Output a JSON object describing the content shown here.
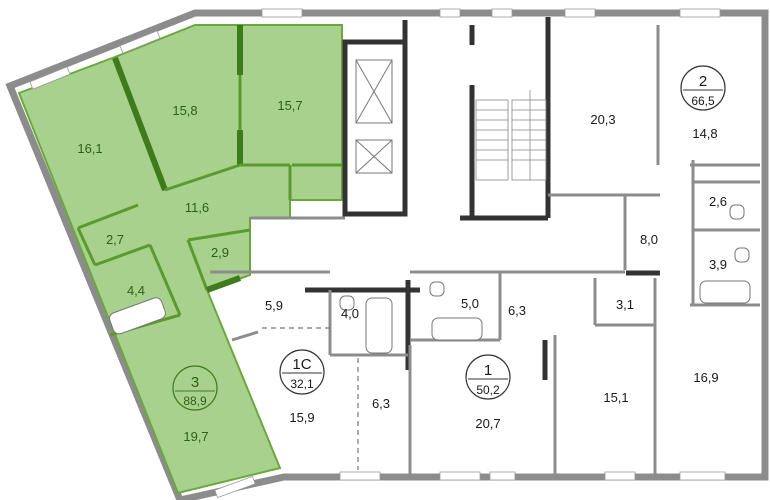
{
  "apartments": [
    {
      "rooms": "3",
      "area": "88,9",
      "highlighted": true,
      "room_areas": [
        "16,1",
        "15,8",
        "15,7",
        "11,6",
        "2,7",
        "4,4",
        "2,9",
        "19,7"
      ]
    },
    {
      "rooms": "1С",
      "area": "32,1",
      "highlighted": false,
      "room_areas": [
        "5,9",
        "4,0",
        "15,9",
        "6,3"
      ]
    },
    {
      "rooms": "1",
      "area": "50,2",
      "highlighted": false,
      "room_areas": [
        "5,0",
        "6,3",
        "3,1",
        "20,7",
        "15,1"
      ]
    },
    {
      "rooms": "2",
      "area": "66,5",
      "highlighted": false,
      "room_areas": [
        "20,3",
        "14,8",
        "2,6",
        "8,0",
        "3,9",
        "16,9"
      ]
    }
  ],
  "colors": {
    "highlight": "#a9d18e",
    "wall": "#8c8c8c",
    "dark_wall": "#333333"
  }
}
